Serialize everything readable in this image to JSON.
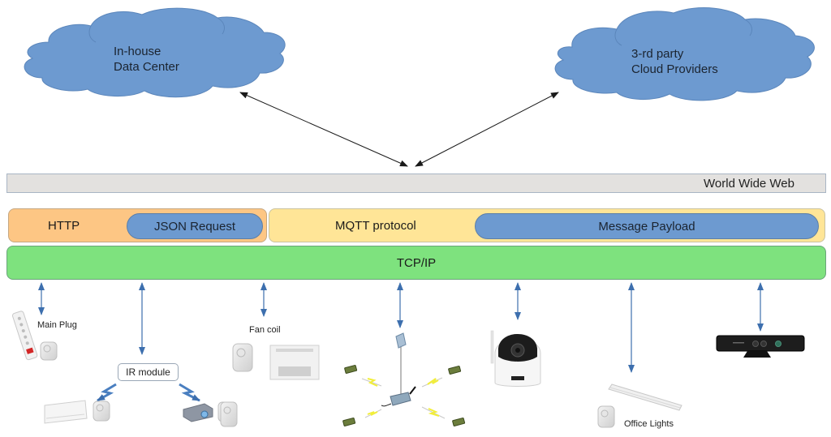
{
  "clouds": [
    {
      "id": "in-house",
      "lines": [
        "In-house",
        "Data Center"
      ],
      "color": "#6d9ad0"
    },
    {
      "id": "third-party",
      "lines": [
        "3-rd party",
        "Cloud Providers"
      ],
      "color": "#6d9ad0"
    }
  ],
  "layers": {
    "www": {
      "label": "World Wide Web",
      "color": "#e3e1df"
    },
    "http": {
      "label": "HTTP",
      "color": "#fdc684",
      "inner": {
        "label": "JSON Request",
        "color": "#6d9ad0"
      }
    },
    "mqtt": {
      "label": "MQTT protocol",
      "color": "#ffe597",
      "inner": {
        "label": "Message Payload",
        "color": "#6d9ad0"
      }
    },
    "tcp": {
      "label": "TCP/IP",
      "color": "#7ee27e"
    }
  },
  "devices": [
    {
      "id": "main-plug",
      "label": "Main Plug"
    },
    {
      "id": "ir-module",
      "label": "IR module",
      "targets": [
        "air-conditioner",
        "projector"
      ]
    },
    {
      "id": "fan-coil",
      "label": "Fan coil"
    },
    {
      "id": "sensor-network",
      "label": ""
    },
    {
      "id": "ip-camera",
      "label": ""
    },
    {
      "id": "office-lights",
      "label": "Office Lights"
    },
    {
      "id": "depth-sensor",
      "label": ""
    }
  ],
  "colors": {
    "arrow_blue": "#3d6fae",
    "arrow_black": "#1a1a1a",
    "lightning_yellow": "#f2ee3a"
  }
}
